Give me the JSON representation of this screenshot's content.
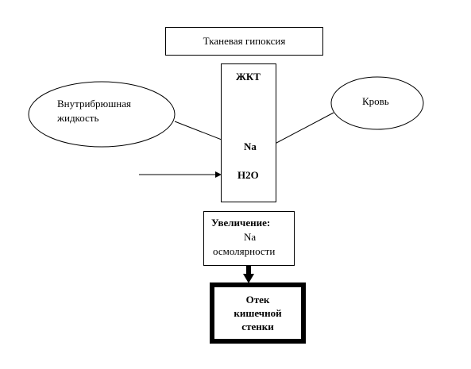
{
  "diagram": {
    "top_box": {
      "label": "Тканевая гипоксия"
    },
    "gi_tract": {
      "title": "ЖКТ",
      "na_label": "Na",
      "water_label": "H2O"
    },
    "left_ellipse": {
      "line1": "Внутрибрюшная",
      "line2": "жидкость"
    },
    "right_ellipse": {
      "label": "Кровь"
    },
    "increase_box": {
      "line1": "Увеличение:",
      "line2": "Na",
      "line3": "осмолярности"
    },
    "result_box": {
      "line1": "Отек",
      "line2": "кишечной",
      "line3": "стенки"
    }
  }
}
